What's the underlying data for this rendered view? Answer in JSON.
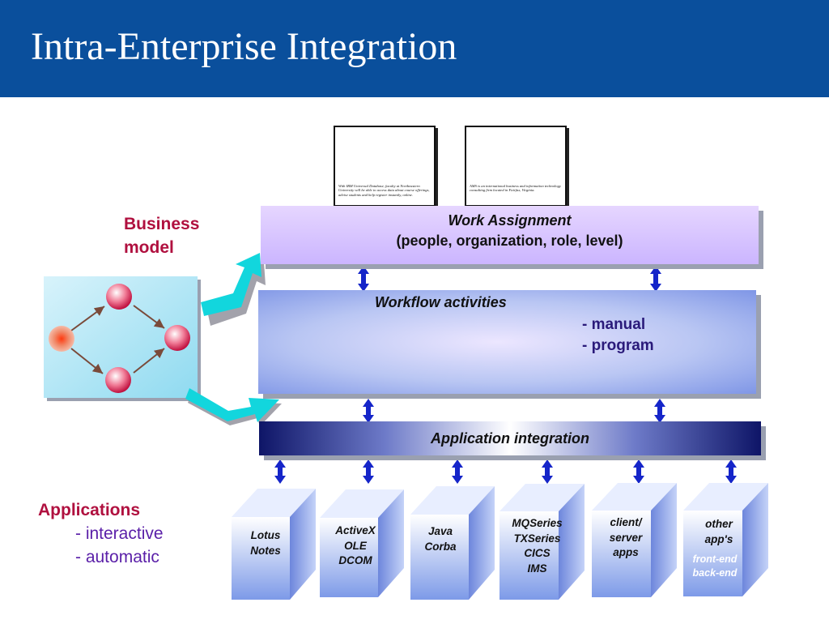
{
  "slide": {
    "title": "Intra-Enterprise Integration"
  },
  "labels": {
    "business_model_line1": "Business",
    "business_model_line2": "model",
    "applications": "Applications",
    "app_interactive": "- interactive",
    "app_automatic": "- automatic"
  },
  "photos": [
    {
      "caption": "With IBM Universal Database, faculty at Northeastern University will be able to access data about course offerings, advise students and help register instantly, online."
    },
    {
      "caption": "AMS is an international business and information technology consulting firm located in Fairfax, Virginia."
    }
  ],
  "work_assignment": {
    "title": "Work Assignment",
    "subtitle": "(people, organization, role, level)"
  },
  "workflow": {
    "title": "Workflow activities",
    "items": [
      "- manual",
      "- program"
    ]
  },
  "application_integration": {
    "label": "Application integration"
  },
  "applications": [
    {
      "lines": [
        "Lotus",
        "Notes"
      ]
    },
    {
      "lines": [
        "ActiveX",
        "OLE",
        "DCOM"
      ]
    },
    {
      "lines": [
        "Java",
        "Corba"
      ]
    },
    {
      "lines": [
        "MQSeries",
        "TXSeries",
        "CICS",
        "IMS"
      ]
    },
    {
      "lines": [
        "client/",
        "server",
        "apps"
      ]
    },
    {
      "lines": [
        "other",
        "app's"
      ],
      "sub_lines": [
        "front-end",
        "back-end"
      ]
    }
  ],
  "colors": {
    "header_bg": "#0a4f9c",
    "label_red": "#b0103f",
    "label_purple": "#5a1fa8",
    "arrow_blue": "#1525c9",
    "arrow_cyan": "#12d6dd"
  }
}
